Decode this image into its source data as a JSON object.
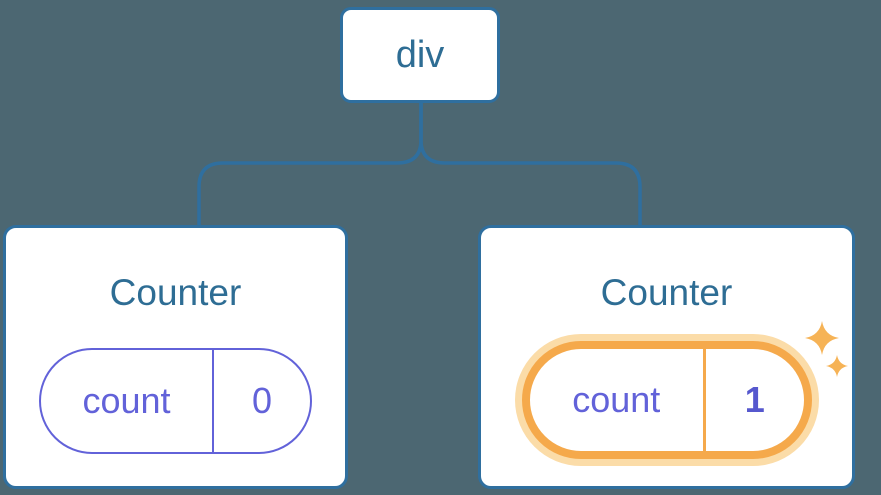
{
  "diagram": {
    "description": "Component tree: a div root element with two Counter children; second Counter's state changed",
    "background_color": "#4C6772",
    "connector_color": "#2F6F9F",
    "root_node": {
      "label": "div"
    },
    "children": [
      {
        "title": "Counter",
        "state_pill": {
          "key": "count",
          "value": "0"
        },
        "highlighted": false
      },
      {
        "title": "Counter",
        "state_pill": {
          "key": "count",
          "value": "1"
        },
        "highlighted": true
      }
    ],
    "colors": {
      "card_fill": "#FFFFFF",
      "card_border": "#2F6F9F",
      "node_text": "#2E6D94",
      "pill_purple": "#6262D9",
      "value_bold_purple": "#5658CE",
      "highlight_orange": "#F5A94B",
      "highlight_glow": "#FBDCA8",
      "sparkle_orange": "#F6B356"
    }
  }
}
